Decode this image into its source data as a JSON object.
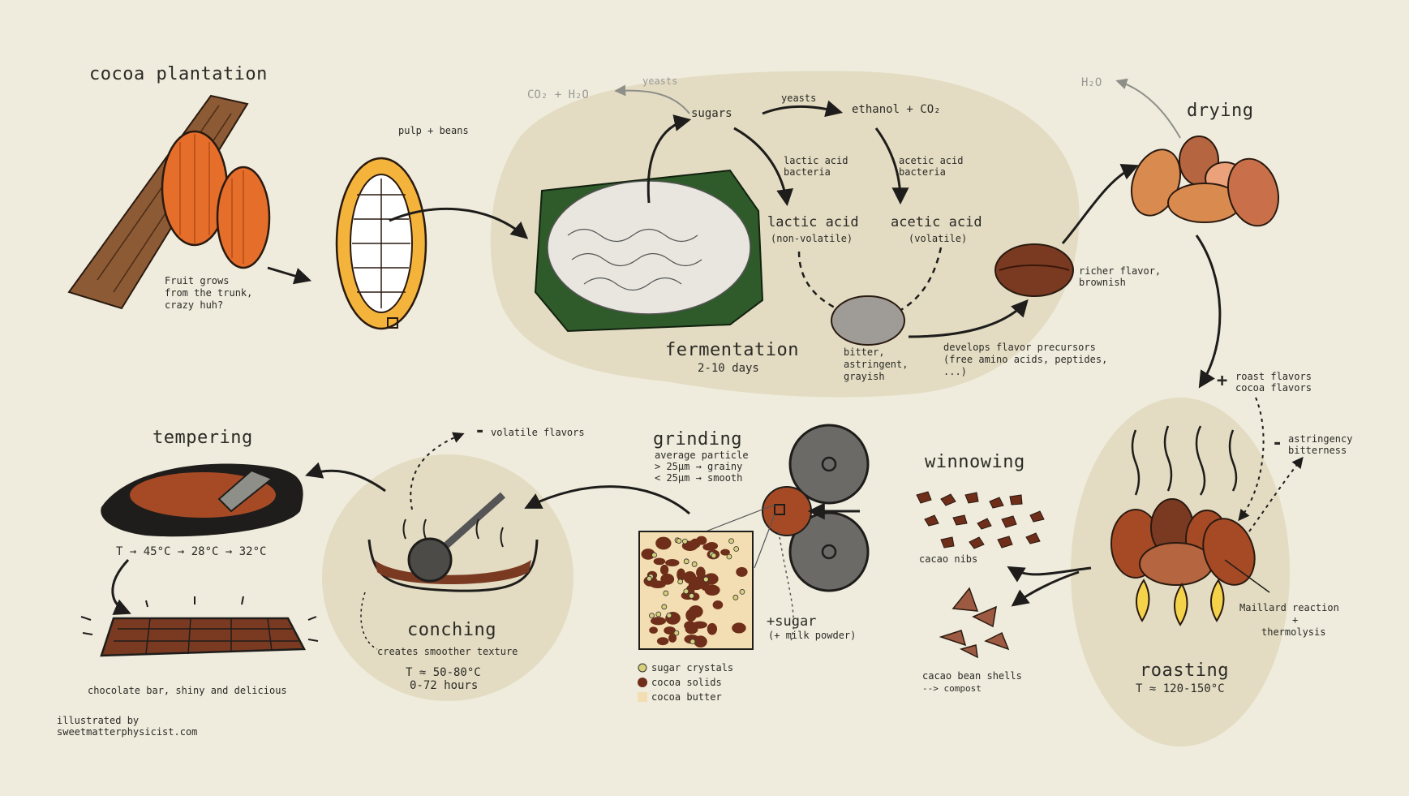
{
  "plantation": {
    "title": "cocoa plantation",
    "note_l1": "Fruit grows",
    "note_l2": "from the trunk,",
    "note_l3": "crazy huh?"
  },
  "pulp": {
    "label": "pulp + beans"
  },
  "fermentation": {
    "title": "fermentation",
    "days": "2-10 days",
    "co2_h2o": "CO₂ + H₂O",
    "yeasts_left": "yeasts",
    "sugars": "sugars",
    "yeasts_right": "yeasts",
    "ethanol": "ethanol + CO₂",
    "lab_l1": "lactic acid",
    "lab_l2": "bacteria",
    "aab_l1": "acetic acid",
    "aab_l2": "bacteria",
    "lactic": "lactic acid",
    "lactic_sub": "(non-volatile)",
    "acetic": "acetic acid",
    "acetic_sub": "(volatile)",
    "bitter_l1": "bitter,",
    "bitter_l2": "astringent,",
    "bitter_l3": "grayish",
    "richer_l1": "richer flavor,",
    "richer_l2": "brownish",
    "precursors_l1": "develops flavor precursors",
    "precursors_l2": "(free amino acids, peptides,",
    "precursors_l3": "...)"
  },
  "drying": {
    "title": "drying",
    "h2o": "H₂O"
  },
  "roasting": {
    "title": "roasting",
    "temp": "T ≈ 120-150°C",
    "plus_l1": "roast flavors",
    "plus_l2": "cocoa flavors",
    "plus_sign": "+",
    "minus_sign": "-",
    "minus_l1": "astringency",
    "minus_l2": "bitterness",
    "maillard_l1": "Maillard reaction",
    "maillard_l2": "+",
    "maillard_l3": "thermolysis"
  },
  "winnowing": {
    "title": "winnowing",
    "nibs": "cacao nibs",
    "shells": "cacao bean shells",
    "compost": "--> compost"
  },
  "grinding": {
    "title": "grinding",
    "p1": "average particle",
    "p2": "> 25µm → grainy",
    "p3": "< 25µm → smooth",
    "sugar": "+sugar",
    "milk": "(+ milk powder)",
    "legend": [
      "sugar crystals",
      "cocoa solids",
      "cocoa butter"
    ]
  },
  "conching": {
    "title": "conching",
    "smoother": "creates smoother texture",
    "temp": "T ≈ 50-80°C",
    "hours": "0-72 hours",
    "minus_sign": "-",
    "volatile": "volatile flavors"
  },
  "tempering": {
    "title": "tempering",
    "temps": "T → 45°C → 28°C → 32°C",
    "bar": "chocolate bar, shiny and delicious"
  },
  "credit": {
    "l1": "illustrated by",
    "l2": "sweetmatterphysicist.com"
  },
  "colors": {
    "background": "#efecdd",
    "blob": "#e3dcc2",
    "pod": "#e56e2b",
    "bean": "#b5653f",
    "chocolate": "#7a3a22"
  }
}
